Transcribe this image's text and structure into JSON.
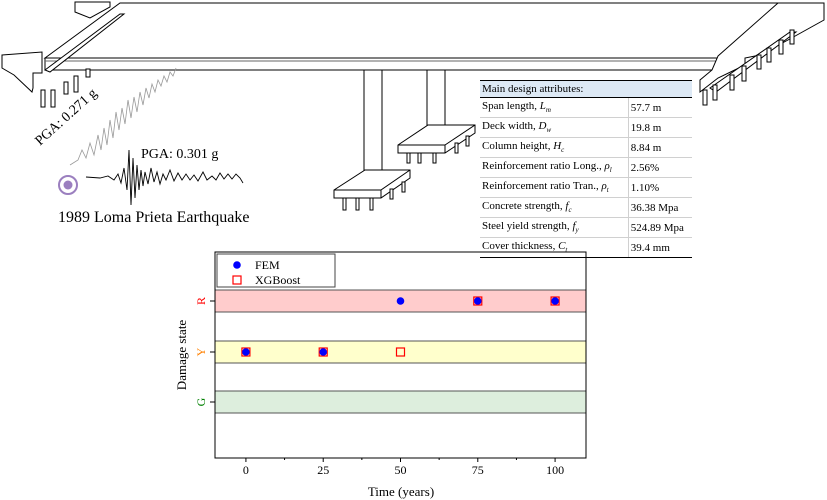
{
  "earthquake": {
    "name": "1989 Loma Prieta Earthquake",
    "pga_1": "PGA: 0.271 g",
    "pga_2": "PGA: 0.301 g",
    "source_icon": "epicenter-icon"
  },
  "design_table": {
    "header": "Main design attributes:",
    "rows": [
      {
        "label": "Span length, ",
        "sym": "L",
        "sub": "m",
        "value": "57.7 m"
      },
      {
        "label": "Deck width, ",
        "sym": "D",
        "sub": "w",
        "value": "19.8 m"
      },
      {
        "label": "Column height, ",
        "sym": "H",
        "sub": "c",
        "value": "8.84 m"
      },
      {
        "label": "Reinforcement ratio Long., ",
        "sym": "ρ",
        "sub": "l",
        "value": "2.56%"
      },
      {
        "label": "Reinforcement ratio Tran., ",
        "sym": "ρ",
        "sub": "t",
        "value": "1.10%"
      },
      {
        "label": "Concrete strength, ",
        "sym": "f",
        "sub": "c",
        "value": "36.38 Mpa"
      },
      {
        "label": "Steel yield strength, ",
        "sym": "f",
        "sub": "y",
        "value": "524.89 Mpa"
      },
      {
        "label": "Cover thickness, ",
        "sym": "C",
        "sub": "t",
        "value": "39.4 mm"
      }
    ]
  },
  "chart_data": {
    "type": "scatter",
    "title": "",
    "xlabel": "Time (years)",
    "ylabel": "Damage state",
    "xlim": [
      -10,
      110
    ],
    "x_ticks": [
      0,
      25,
      50,
      75,
      100
    ],
    "x_tick_labels": [
      "0",
      "25",
      "50",
      "75",
      "100"
    ],
    "y_categories": [
      "G",
      "Y",
      "R"
    ],
    "y_category_colors": [
      "#008000",
      "#ff8000",
      "#ff0000"
    ],
    "bands": [
      {
        "state": "R",
        "color": "#ffcccc"
      },
      {
        "state": "Y",
        "color": "#ffffcc"
      },
      {
        "state": "G",
        "color": "#ddeedd"
      }
    ],
    "legend_position": "top-left",
    "series": [
      {
        "name": "FEM",
        "marker": "filled-circle",
        "color": "#0000ff",
        "x": [
          0,
          25,
          50,
          75,
          100
        ],
        "y": [
          "Y",
          "Y",
          "R",
          "R",
          "R"
        ]
      },
      {
        "name": "XGBoost",
        "marker": "open-square",
        "color": "#ff0000",
        "x": [
          0,
          25,
          50,
          75,
          100
        ],
        "y": [
          "Y",
          "Y",
          "Y",
          "R",
          "R"
        ]
      }
    ]
  }
}
